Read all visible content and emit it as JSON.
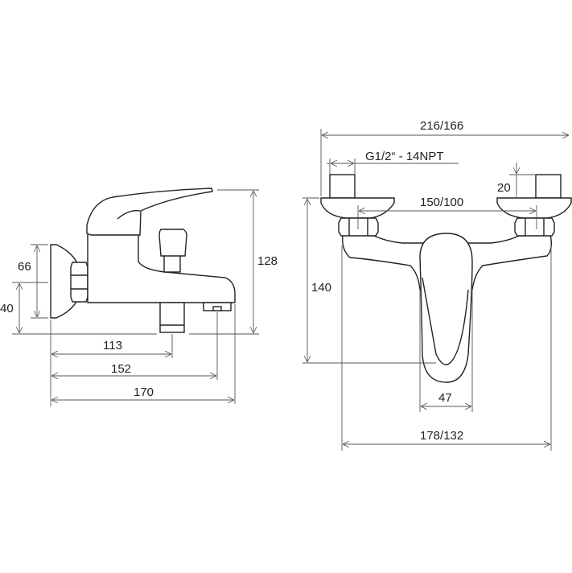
{
  "side_view": {
    "dim_height": "128",
    "dim_plate": "66",
    "dim_axis": "40",
    "dim_outlet_diverter": "113",
    "dim_outlet_spout": "152",
    "dim_length": "170"
  },
  "front_view": {
    "dim_total_width": "216/166",
    "thread_label": "G1/2“ - 14NPT",
    "dim_connector": "20",
    "dim_centers": "150/100",
    "dim_height": "140",
    "dim_handle": "47",
    "dim_body_width": "178/132"
  }
}
